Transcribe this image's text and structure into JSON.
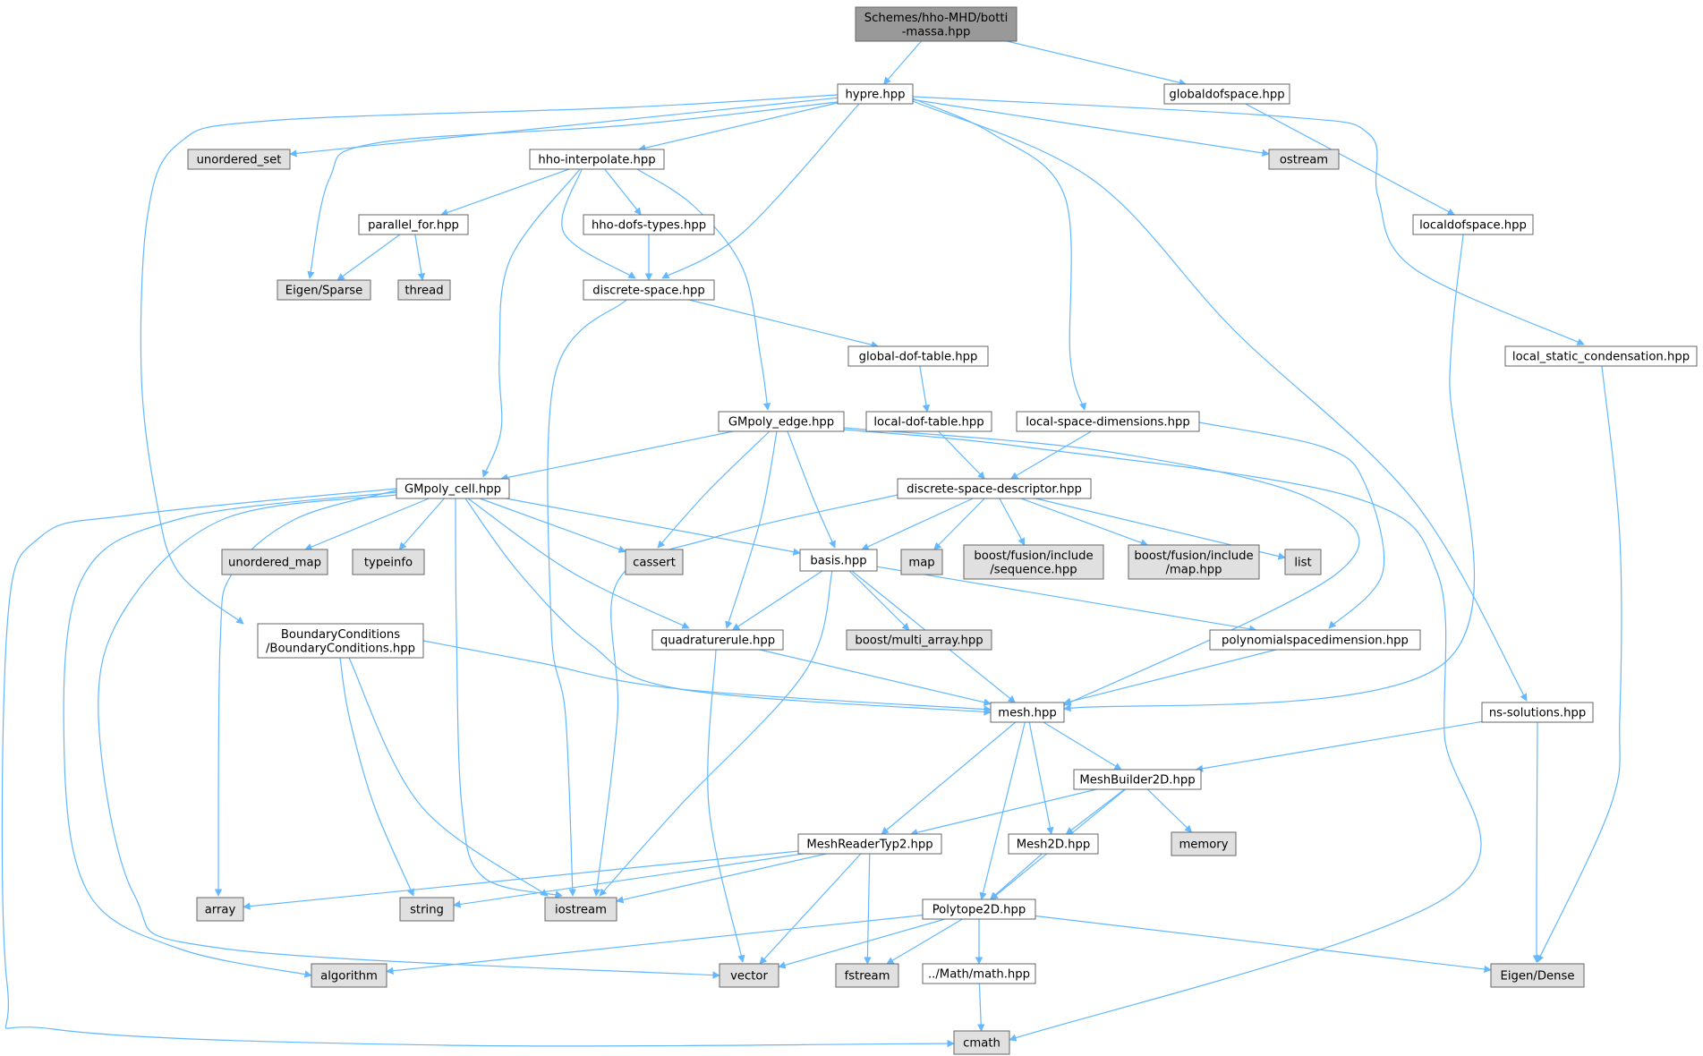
{
  "diagram_type": "include dependency graph",
  "colors": {
    "edge": "#63b8ff",
    "root_fill": "#999999",
    "header_fill": "#ffffff",
    "system_fill": "#e0e0e0",
    "border": "#666666",
    "text": "#000000"
  },
  "nodes": [
    {
      "id": "root",
      "kind": "root",
      "lines": [
        "Schemes/hho-MHD/botti",
        "-massa.hpp"
      ]
    },
    {
      "id": "hypre",
      "kind": "header",
      "lines": [
        "hypre.hpp"
      ]
    },
    {
      "id": "globaldof",
      "kind": "header",
      "lines": [
        "globaldofspace.hpp"
      ]
    },
    {
      "id": "localdof",
      "kind": "header",
      "lines": [
        "localdofspace.hpp"
      ]
    },
    {
      "id": "unordered_set",
      "kind": "system",
      "lines": [
        "unordered_set"
      ]
    },
    {
      "id": "hho_interp",
      "kind": "header",
      "lines": [
        "hho-interpolate.hpp"
      ]
    },
    {
      "id": "ostream",
      "kind": "system",
      "lines": [
        "ostream"
      ]
    },
    {
      "id": "parallel_for",
      "kind": "header",
      "lines": [
        "parallel_for.hpp"
      ]
    },
    {
      "id": "hho_dofs",
      "kind": "header",
      "lines": [
        "hho-dofs-types.hpp"
      ]
    },
    {
      "id": "eigen_sparse",
      "kind": "system",
      "lines": [
        "Eigen/Sparse"
      ]
    },
    {
      "id": "thread",
      "kind": "system",
      "lines": [
        "thread"
      ]
    },
    {
      "id": "discrete_space",
      "kind": "header",
      "lines": [
        "discrete-space.hpp"
      ]
    },
    {
      "id": "global_dof_table",
      "kind": "header",
      "lines": [
        "global-dof-table.hpp"
      ]
    },
    {
      "id": "local_static",
      "kind": "header",
      "lines": [
        "local_static_condensation.hpp"
      ]
    },
    {
      "id": "gmpoly_edge",
      "kind": "header",
      "lines": [
        "GMpoly_edge.hpp"
      ]
    },
    {
      "id": "local_dof_table",
      "kind": "header",
      "lines": [
        "local-dof-table.hpp"
      ]
    },
    {
      "id": "local_space_dims",
      "kind": "header",
      "lines": [
        "local-space-dimensions.hpp"
      ]
    },
    {
      "id": "gmpoly_cell",
      "kind": "header",
      "lines": [
        "GMpoly_cell.hpp"
      ]
    },
    {
      "id": "dsd",
      "kind": "header",
      "lines": [
        "discrete-space-descriptor.hpp"
      ]
    },
    {
      "id": "unordered_map",
      "kind": "system",
      "lines": [
        "unordered_map"
      ]
    },
    {
      "id": "typeinfo",
      "kind": "system",
      "lines": [
        "typeinfo"
      ]
    },
    {
      "id": "cassert",
      "kind": "system",
      "lines": [
        "cassert"
      ]
    },
    {
      "id": "basis",
      "kind": "header",
      "lines": [
        "basis.hpp"
      ]
    },
    {
      "id": "map",
      "kind": "system",
      "lines": [
        "map"
      ]
    },
    {
      "id": "bf_seq",
      "kind": "system",
      "lines": [
        "boost/fusion/include",
        "/sequence.hpp"
      ]
    },
    {
      "id": "bf_map",
      "kind": "system",
      "lines": [
        "boost/fusion/include",
        "/map.hpp"
      ]
    },
    {
      "id": "list",
      "kind": "system",
      "lines": [
        "list"
      ]
    },
    {
      "id": "boundary",
      "kind": "header",
      "lines": [
        "BoundaryConditions",
        "/BoundaryConditions.hpp"
      ]
    },
    {
      "id": "quadrule",
      "kind": "header",
      "lines": [
        "quadraturerule.hpp"
      ]
    },
    {
      "id": "multi_array",
      "kind": "system",
      "lines": [
        "boost/multi_array.hpp"
      ]
    },
    {
      "id": "polyspacedim",
      "kind": "header",
      "lines": [
        "polynomialspacedimension.hpp"
      ]
    },
    {
      "id": "mesh",
      "kind": "header",
      "lines": [
        "mesh.hpp"
      ]
    },
    {
      "id": "ns_solutions",
      "kind": "header",
      "lines": [
        "ns-solutions.hpp"
      ]
    },
    {
      "id": "meshbuilder",
      "kind": "header",
      "lines": [
        "MeshBuilder2D.hpp"
      ]
    },
    {
      "id": "meshreader",
      "kind": "header",
      "lines": [
        "MeshReaderTyp2.hpp"
      ]
    },
    {
      "id": "mesh2d",
      "kind": "header",
      "lines": [
        "Mesh2D.hpp"
      ]
    },
    {
      "id": "memory",
      "kind": "system",
      "lines": [
        "memory"
      ]
    },
    {
      "id": "array",
      "kind": "system",
      "lines": [
        "array"
      ]
    },
    {
      "id": "string",
      "kind": "system",
      "lines": [
        "string"
      ]
    },
    {
      "id": "iostream",
      "kind": "system",
      "lines": [
        "iostream"
      ]
    },
    {
      "id": "polytope",
      "kind": "header",
      "lines": [
        "Polytope2D.hpp"
      ]
    },
    {
      "id": "algorithm",
      "kind": "system",
      "lines": [
        "algorithm"
      ]
    },
    {
      "id": "vector",
      "kind": "system",
      "lines": [
        "vector"
      ]
    },
    {
      "id": "fstream",
      "kind": "system",
      "lines": [
        "fstream"
      ]
    },
    {
      "id": "math",
      "kind": "header",
      "lines": [
        "../Math/math.hpp"
      ]
    },
    {
      "id": "eigen_dense",
      "kind": "system",
      "lines": [
        "Eigen/Dense"
      ]
    },
    {
      "id": "cmath",
      "kind": "system",
      "lines": [
        "cmath"
      ]
    }
  ],
  "edges": [
    [
      "root",
      "hypre"
    ],
    [
      "root",
      "globaldof"
    ],
    [
      "globaldof",
      "localdof"
    ],
    [
      "localdof",
      "mesh"
    ],
    [
      "hypre",
      "unordered_set"
    ],
    [
      "hypre",
      "hho_interp"
    ],
    [
      "hypre",
      "eigen_sparse"
    ],
    [
      "hypre",
      "discrete_space"
    ],
    [
      "hypre",
      "boundary"
    ],
    [
      "hypre",
      "local_space_dims"
    ],
    [
      "hypre",
      "ns_solutions"
    ],
    [
      "hypre",
      "ostream"
    ],
    [
      "hypre",
      "local_static"
    ],
    [
      "hho_interp",
      "parallel_for"
    ],
    [
      "hho_interp",
      "hho_dofs"
    ],
    [
      "hho_interp",
      "discrete_space"
    ],
    [
      "hho_interp",
      "gmpoly_edge"
    ],
    [
      "hho_interp",
      "gmpoly_cell"
    ],
    [
      "parallel_for",
      "eigen_sparse"
    ],
    [
      "parallel_for",
      "thread"
    ],
    [
      "hho_dofs",
      "discrete_space"
    ],
    [
      "discrete_space",
      "global_dof_table"
    ],
    [
      "discrete_space",
      "iostream"
    ],
    [
      "global_dof_table",
      "local_dof_table"
    ],
    [
      "local_dof_table",
      "dsd"
    ],
    [
      "local_space_dims",
      "dsd"
    ],
    [
      "local_space_dims",
      "polyspacedim"
    ],
    [
      "local_static",
      "eigen_dense"
    ],
    [
      "gmpoly_edge",
      "gmpoly_cell"
    ],
    [
      "gmpoly_edge",
      "cassert"
    ],
    [
      "gmpoly_edge",
      "basis"
    ],
    [
      "gmpoly_edge",
      "quadrule"
    ],
    [
      "gmpoly_edge",
      "mesh"
    ],
    [
      "gmpoly_edge",
      "cmath"
    ],
    [
      "gmpoly_cell",
      "unordered_map"
    ],
    [
      "gmpoly_cell",
      "typeinfo"
    ],
    [
      "gmpoly_cell",
      "cassert"
    ],
    [
      "gmpoly_cell",
      "basis"
    ],
    [
      "gmpoly_cell",
      "quadrule"
    ],
    [
      "gmpoly_cell",
      "mesh"
    ],
    [
      "gmpoly_cell",
      "iostream"
    ],
    [
      "gmpoly_cell",
      "array"
    ],
    [
      "gmpoly_cell",
      "vector"
    ],
    [
      "gmpoly_cell",
      "algorithm"
    ],
    [
      "gmpoly_cell",
      "cmath"
    ],
    [
      "dsd",
      "iostream"
    ],
    [
      "dsd",
      "basis"
    ],
    [
      "dsd",
      "map"
    ],
    [
      "dsd",
      "bf_seq"
    ],
    [
      "dsd",
      "bf_map"
    ],
    [
      "dsd",
      "list"
    ],
    [
      "basis",
      "quadrule"
    ],
    [
      "basis",
      "multi_array"
    ],
    [
      "basis",
      "polyspacedim"
    ],
    [
      "basis",
      "mesh"
    ],
    [
      "basis",
      "iostream"
    ],
    [
      "boundary",
      "mesh"
    ],
    [
      "boundary",
      "string"
    ],
    [
      "boundary",
      "iostream"
    ],
    [
      "quadrule",
      "mesh"
    ],
    [
      "quadrule",
      "vector"
    ],
    [
      "polyspacedim",
      "mesh"
    ],
    [
      "mesh",
      "meshbuilder"
    ],
    [
      "mesh",
      "meshreader"
    ],
    [
      "mesh",
      "mesh2d"
    ],
    [
      "mesh",
      "polytope"
    ],
    [
      "ns_solutions",
      "meshbuilder"
    ],
    [
      "ns_solutions",
      "eigen_dense"
    ],
    [
      "meshbuilder",
      "meshreader"
    ],
    [
      "meshbuilder",
      "mesh2d"
    ],
    [
      "meshbuilder",
      "memory"
    ],
    [
      "meshbuilder",
      "polytope"
    ],
    [
      "meshreader",
      "array"
    ],
    [
      "meshreader",
      "string"
    ],
    [
      "meshreader",
      "iostream"
    ],
    [
      "meshreader",
      "vector"
    ],
    [
      "meshreader",
      "fstream"
    ],
    [
      "mesh2d",
      "polytope"
    ],
    [
      "polytope",
      "algorithm"
    ],
    [
      "polytope",
      "vector"
    ],
    [
      "polytope",
      "fstream"
    ],
    [
      "polytope",
      "math"
    ],
    [
      "polytope",
      "eigen_dense"
    ],
    [
      "math",
      "cmath"
    ]
  ]
}
